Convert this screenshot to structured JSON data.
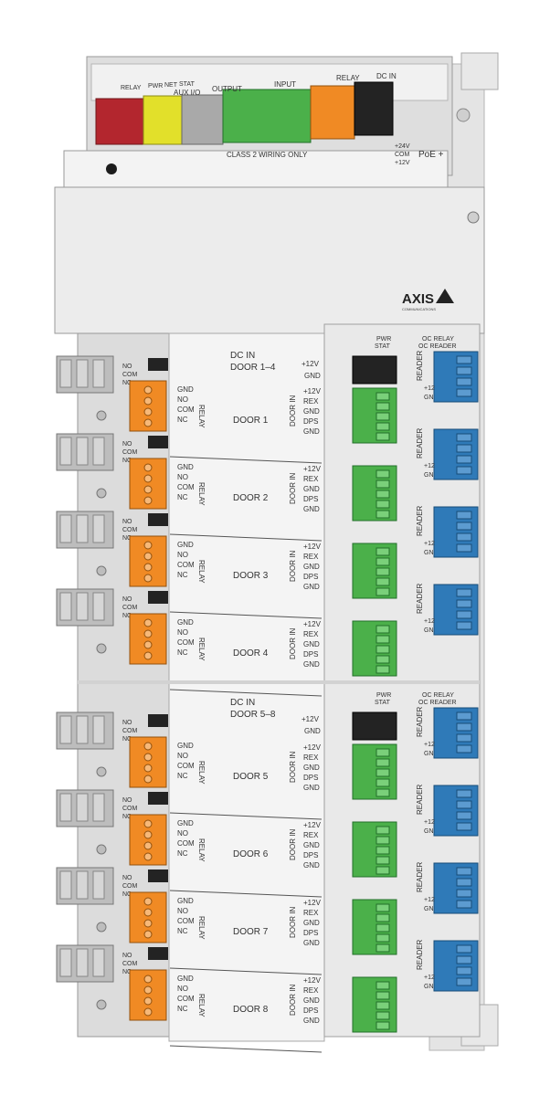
{
  "top_panel": {
    "labels": [
      "RELAY",
      "PWR",
      "NET",
      "STAT",
      "AUX I/O",
      "OUTPUT",
      "INPUT",
      "RELAY",
      "DC IN"
    ],
    "class2_notice": "CLASS 2 WIRING ONLY",
    "poe_label": "PoE +",
    "dc_labels": [
      "+24V",
      "COM",
      "+12V"
    ]
  },
  "brand": {
    "logo": "AXIS",
    "tagline": "COMMUNICATIONS"
  },
  "groups": [
    {
      "dc_in": [
        "DC IN",
        "DOOR 1–4"
      ],
      "status": [
        "PWR",
        "STAT",
        "OC RELAY",
        "OC READER"
      ]
    },
    {
      "dc_in": [
        "DC IN",
        "DOOR 5–8"
      ],
      "status": [
        "PWR",
        "STAT",
        "OC RELAY",
        "OC READER"
      ]
    }
  ],
  "dc_power_labels": [
    "+12V",
    "GND"
  ],
  "relay": {
    "title": "RELAY",
    "terminals": [
      "GND",
      "NO",
      "COM",
      "NC"
    ]
  },
  "aux_terminals": [
    "NO",
    "COM",
    "NC"
  ],
  "door_in": {
    "title": "DOOR IN",
    "terminals": [
      "+12V",
      "REX",
      "GND",
      "DPS",
      "GND"
    ]
  },
  "reader": {
    "title": "READER",
    "terminals": [
      "+12",
      "GN"
    ]
  },
  "doors": [
    "DOOR 1",
    "DOOR 2",
    "DOOR 3",
    "DOOR 4",
    "DOOR 5",
    "DOOR 6",
    "DOOR 7",
    "DOOR 8"
  ],
  "colors": {
    "relay_red": "#b3262e",
    "pwr_yellow": "#e2e02a",
    "aux_gray": "#a9a9a9",
    "input_green": "#4bb04a",
    "relay_orange": "#f08a24",
    "dc_black": "#232323",
    "reader_blue": "#2f7ab8",
    "panel": "#ececec"
  }
}
